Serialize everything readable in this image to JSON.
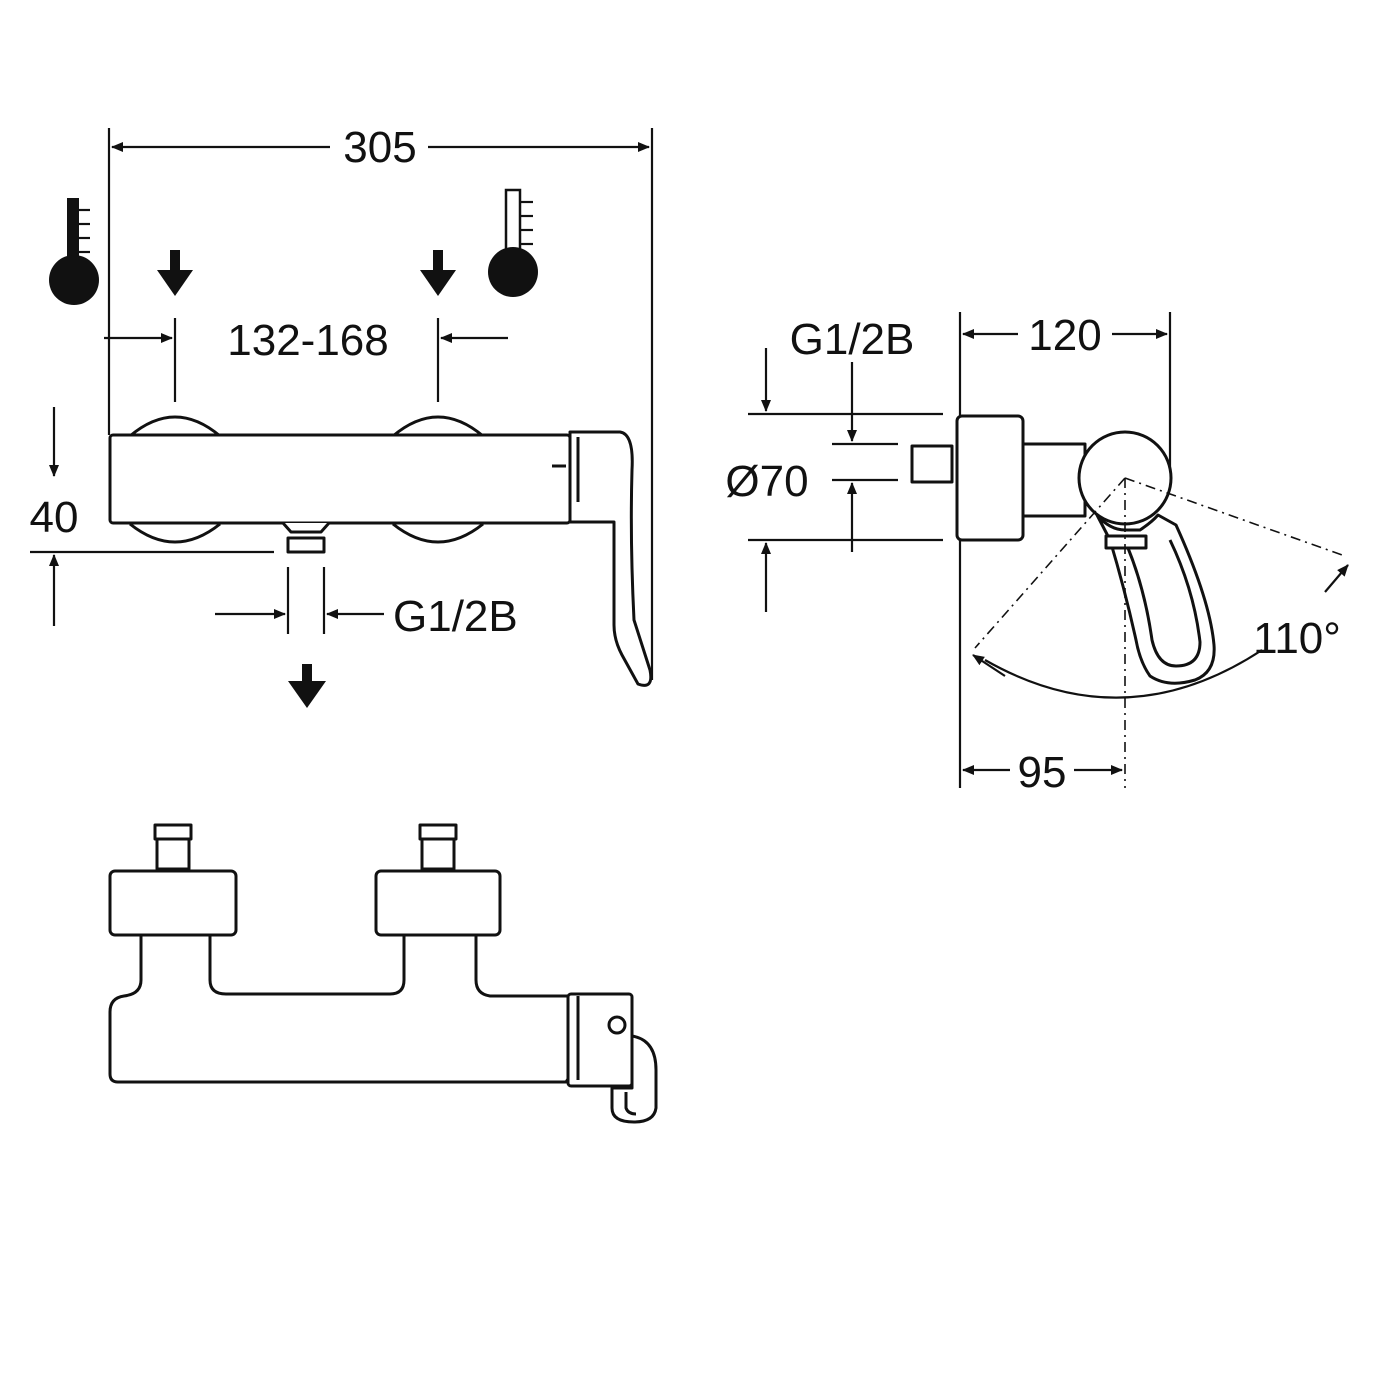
{
  "dimensions": {
    "overall_width": "305",
    "connection_spacing": "132-168",
    "height_offset": "40",
    "outlet_thread": "G1/2B",
    "inlet_thread": "G1/2B",
    "rosette_diameter": "Ø70",
    "depth": "120",
    "outlet_depth": "95",
    "lever_angle": "110°"
  },
  "colors": {
    "line": "#111111",
    "background": "#ffffff"
  },
  "icons": [
    "cold-thermometer-icon",
    "hot-thermometer-icon",
    "flow-arrow-icon"
  ]
}
